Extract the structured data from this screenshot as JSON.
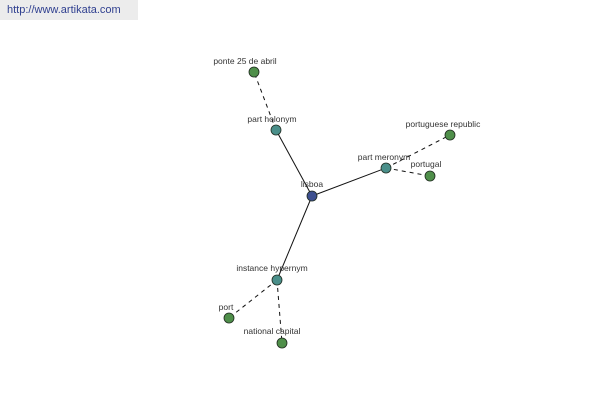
{
  "site_link": "http://www.artikata.com",
  "colors": {
    "root": "#3d4f8f",
    "relation": "#4a8f8a",
    "leaf": "#4f8f4a",
    "link": "#2f3f8f"
  },
  "nodes": {
    "root": "lisboa",
    "part_holonym": "part holonym",
    "part_meronym": "part meronym",
    "instance_hypernym": "instance hypernym",
    "ponte": "ponte 25 de abril",
    "portuguese_republic": "portuguese republic",
    "portugal": "portugal",
    "port": "port",
    "national_capital": "national capital"
  }
}
